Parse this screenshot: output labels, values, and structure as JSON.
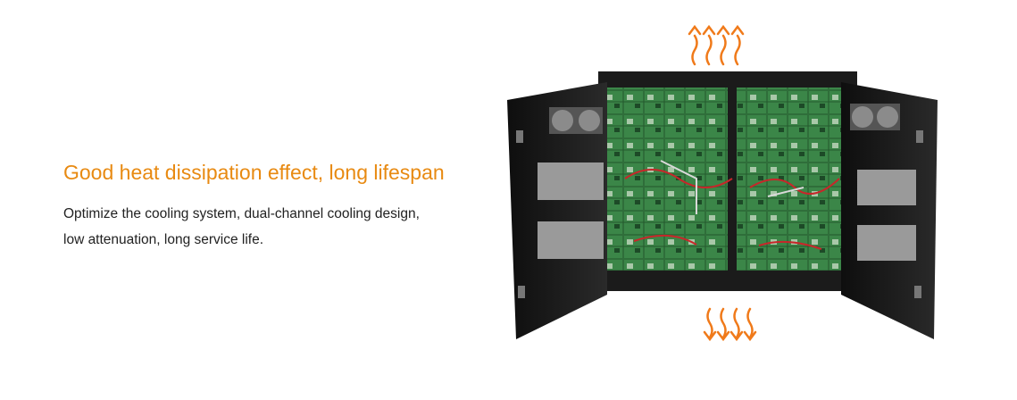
{
  "headline": "Good heat dissipation effect, long lifespan",
  "description_lines": [
    "Optimize the cooling system, dual-channel cooling design,",
    "low attenuation, long service life."
  ],
  "colors": {
    "accent": "#e88a12",
    "text": "#222222",
    "cabinet": "#1b1b1b",
    "pcb": "#2f6e3a",
    "arrow": "#f07a1a"
  },
  "icons": [
    "heat-up-arrows-icon",
    "airflow-in-arrows-icon",
    "cooling-fan-icon"
  ]
}
